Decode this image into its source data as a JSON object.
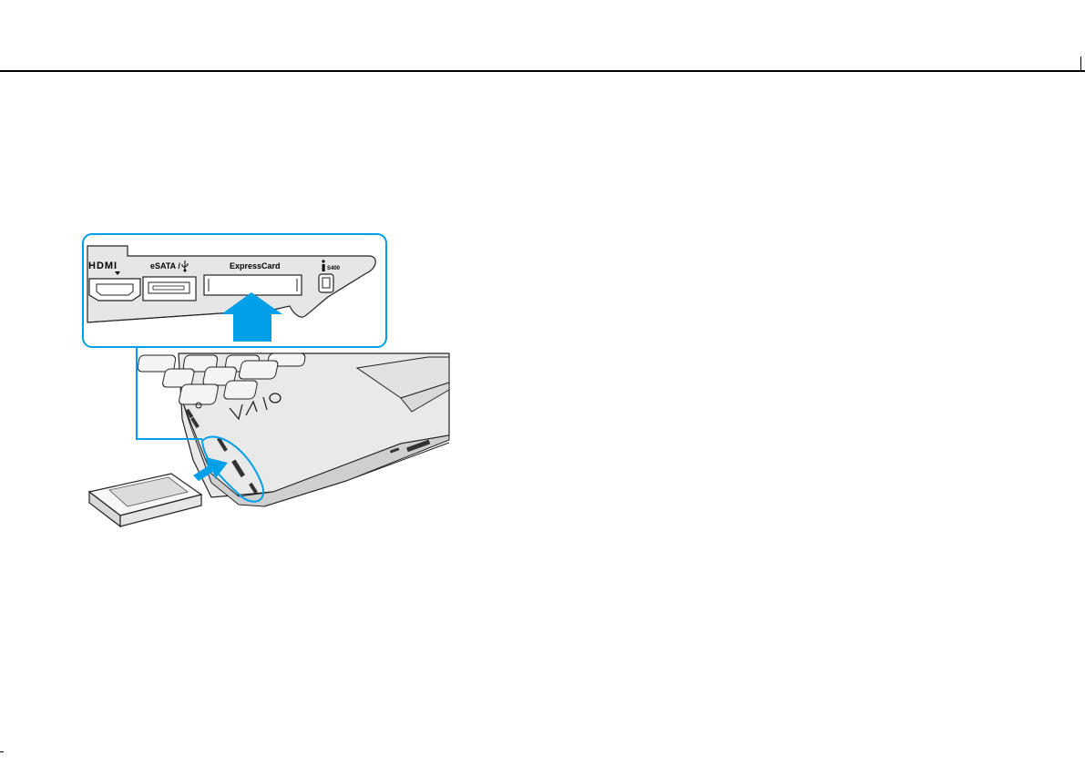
{
  "page": {
    "ports": {
      "hdmi": "HDMI",
      "esata": "eSATA / ",
      "expresscard": "ExpressCard",
      "ieee1394": "S400"
    },
    "logo_text": "VAIO",
    "accent_color": "#00a0e9",
    "icons": [
      "usb-icon",
      "ieee1394-icon",
      "arrow-up-icon",
      "arrow-insert-icon"
    ]
  }
}
